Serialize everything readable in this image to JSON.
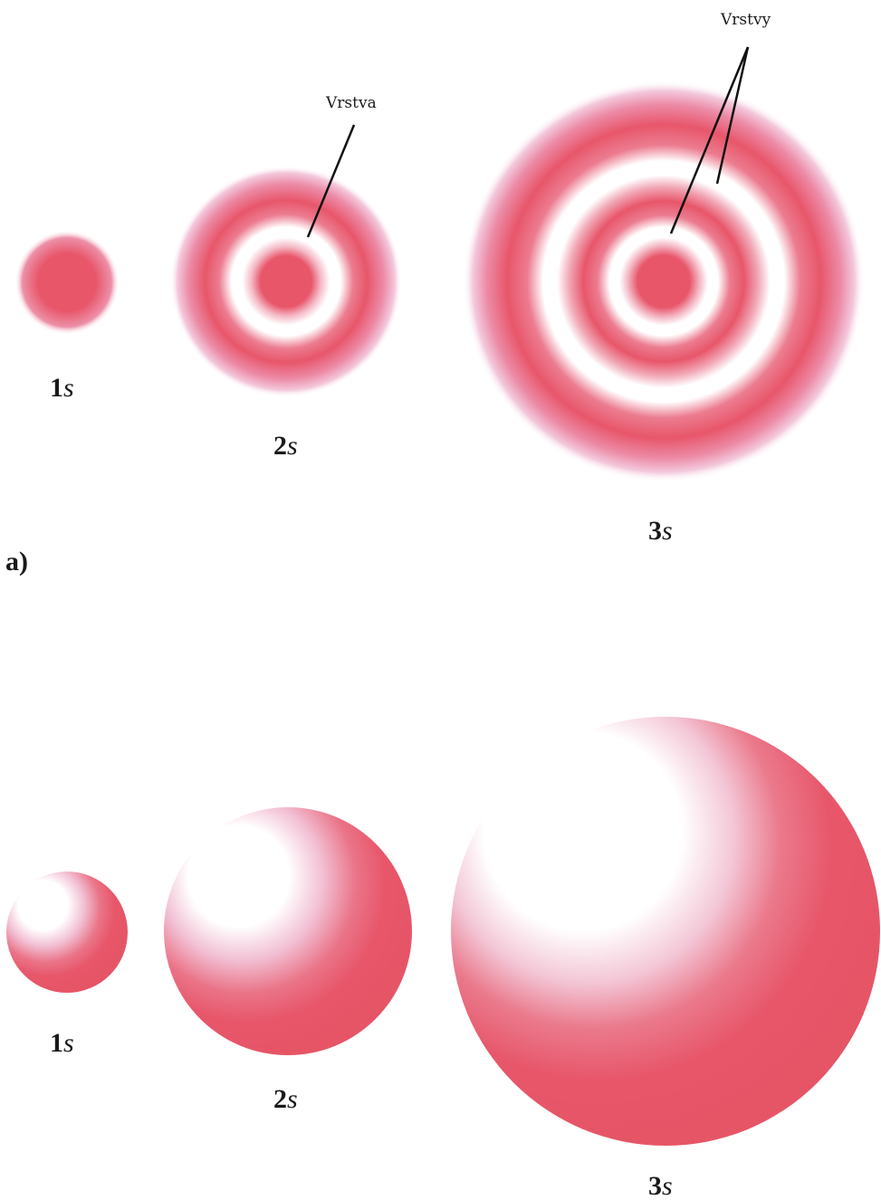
{
  "colors": {
    "orbital": "#e8566a",
    "fade": "#e9a8c6",
    "highlight": "#ffffff",
    "leader": "#111111"
  },
  "panel_a": {
    "tag": "a)",
    "orbitals": [
      {
        "n": "1",
        "l": "s"
      },
      {
        "n": "2",
        "l": "s"
      },
      {
        "n": "3",
        "l": "s"
      }
    ],
    "callout_single": "Vrstva",
    "callout_multi": "Vrstvy"
  },
  "panel_b": {
    "orbitals": [
      {
        "n": "1",
        "l": "s"
      },
      {
        "n": "2",
        "l": "s"
      },
      {
        "n": "3",
        "l": "s"
      }
    ]
  }
}
